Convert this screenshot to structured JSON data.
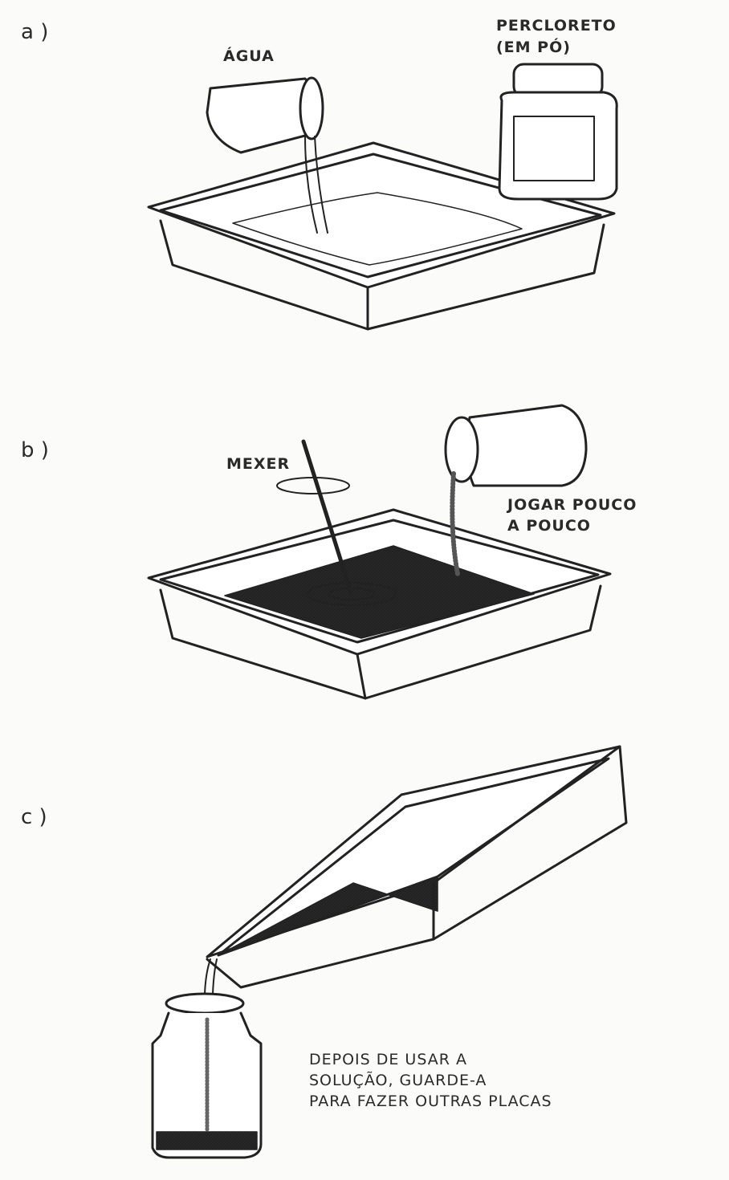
{
  "panels": [
    {
      "letter": "a )",
      "labels": [
        "ÁGUA",
        "PERCLORETO",
        "(EM PÓ)"
      ]
    },
    {
      "letter": "b )",
      "labels": [
        "MEXER",
        "JOGAR POUCO",
        "A POUCO"
      ]
    },
    {
      "letter": "c )",
      "labels": [
        "DEPOIS DE USAR A",
        "SOLUÇÃO, GUARDE-A",
        "PARA FAZER OUTRAS PLACAS"
      ]
    }
  ],
  "colors": {
    "ink": "#222222",
    "solution": "#8a8a8a",
    "paper": "#fbfbfa"
  }
}
